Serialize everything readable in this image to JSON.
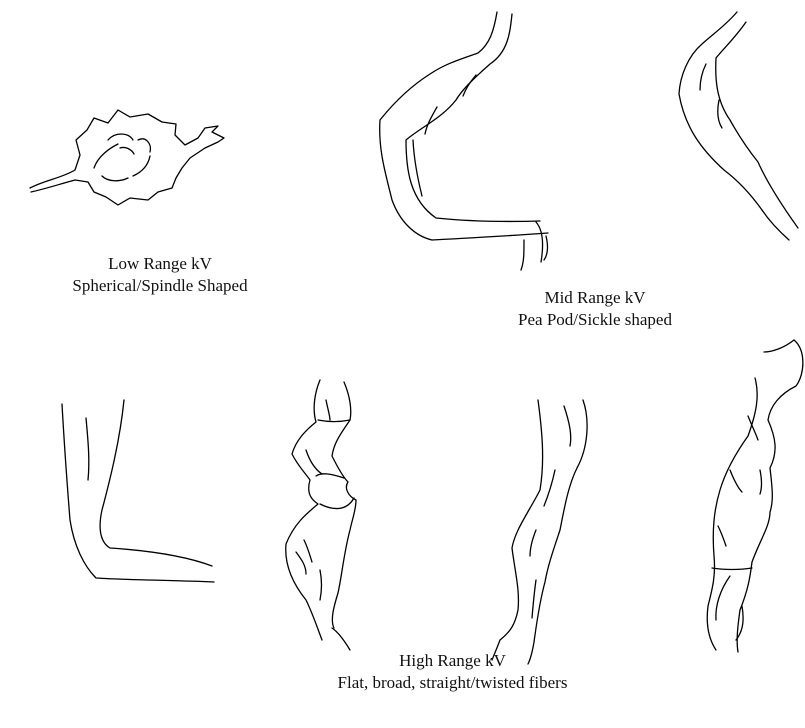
{
  "captions": {
    "low": {
      "range": "Low Range kV",
      "shape": "Spherical/Spindle Shaped"
    },
    "mid": {
      "range": "Mid Range kV",
      "shape": "Pea Pod/Sickle shaped"
    },
    "high": {
      "range": "High Range kV",
      "shape": "Flat, broad, straight/twisted fibers"
    }
  },
  "colors": {
    "stroke": "#000000",
    "background": "#ffffff",
    "text": "#111111"
  }
}
